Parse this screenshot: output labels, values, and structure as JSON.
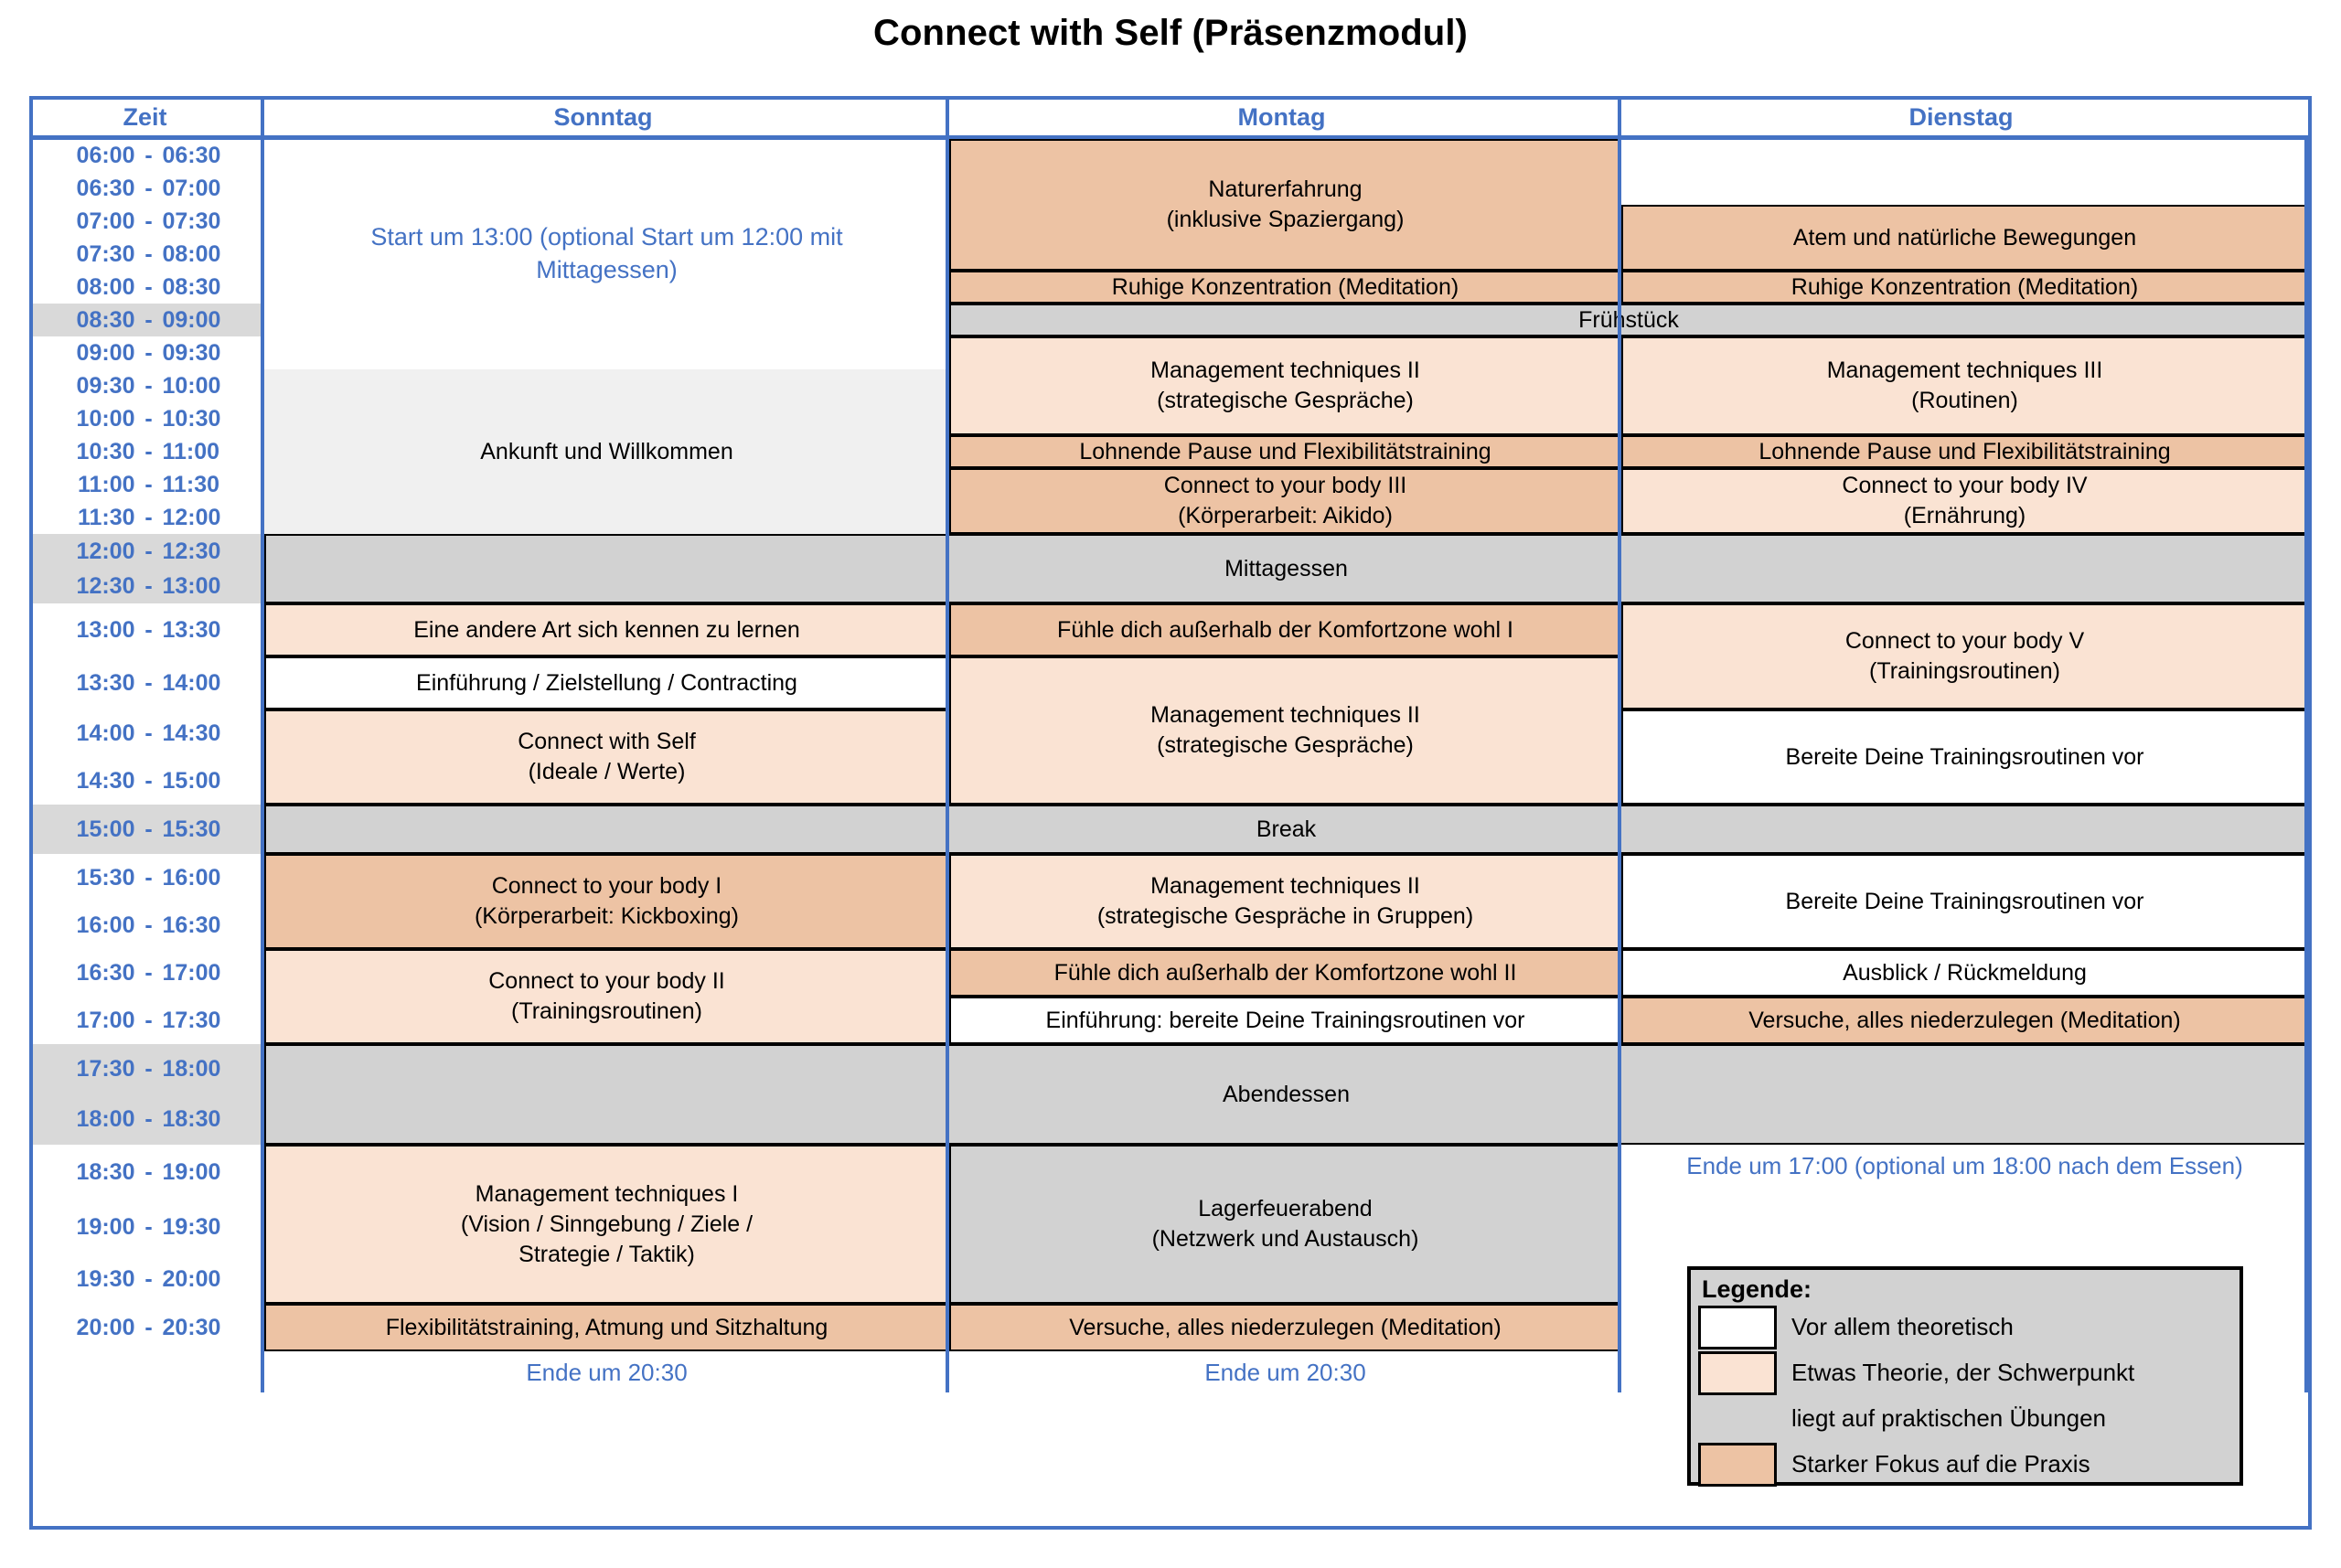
{
  "title": "Connect with Self (Präsenzmodul)",
  "colors": {
    "accent_blue": "#4472C4",
    "legend_theory": "#FFFFFF",
    "legend_some_theory": "#FAE3D3",
    "legend_practice": "#EDC3A4",
    "meal_gray": "#D2D2D2"
  },
  "header": {
    "time_label": "Zeit",
    "days": [
      "Sonntag",
      "Montag",
      "Dienstag"
    ]
  },
  "time_slots": [
    {
      "start": "06:00",
      "end": "06:30",
      "meal": false
    },
    {
      "start": "06:30",
      "end": "07:00",
      "meal": false
    },
    {
      "start": "07:00",
      "end": "07:30",
      "meal": false
    },
    {
      "start": "07:30",
      "end": "08:00",
      "meal": false
    },
    {
      "start": "08:00",
      "end": "08:30",
      "meal": false
    },
    {
      "start": "08:30",
      "end": "09:00",
      "meal": true
    },
    {
      "start": "09:00",
      "end": "09:30",
      "meal": false
    },
    {
      "start": "09:30",
      "end": "10:00",
      "meal": false
    },
    {
      "start": "10:00",
      "end": "10:30",
      "meal": false
    },
    {
      "start": "10:30",
      "end": "11:00",
      "meal": false
    },
    {
      "start": "11:00",
      "end": "11:30",
      "meal": false
    },
    {
      "start": "11:30",
      "end": "12:00",
      "meal": false
    },
    {
      "start": "12:00",
      "end": "12:30",
      "meal": true
    },
    {
      "start": "12:30",
      "end": "13:00",
      "meal": true
    },
    {
      "start": "13:00",
      "end": "13:30",
      "meal": false
    },
    {
      "start": "13:30",
      "end": "14:00",
      "meal": false
    },
    {
      "start": "14:00",
      "end": "14:30",
      "meal": false
    },
    {
      "start": "14:30",
      "end": "15:00",
      "meal": false
    },
    {
      "start": "15:00",
      "end": "15:30",
      "meal": true
    },
    {
      "start": "15:30",
      "end": "16:00",
      "meal": false
    },
    {
      "start": "16:00",
      "end": "16:30",
      "meal": false
    },
    {
      "start": "16:30",
      "end": "17:00",
      "meal": false
    },
    {
      "start": "17:00",
      "end": "17:30",
      "meal": false
    },
    {
      "start": "17:30",
      "end": "18:00",
      "meal": true
    },
    {
      "start": "18:00",
      "end": "18:30",
      "meal": true
    },
    {
      "start": "18:30",
      "end": "19:00",
      "meal": false
    },
    {
      "start": "19:00",
      "end": "19:30",
      "meal": false
    },
    {
      "start": "19:30",
      "end": "20:00",
      "meal": false
    },
    {
      "start": "20:00",
      "end": "20:30",
      "meal": false
    }
  ],
  "sunday": {
    "start_note": "Start um 13:00 (optional Start um 12:00 mit Mittagessen)",
    "start_note_l1": "Start um 13:00 (optional Start um 12:00 mit",
    "start_note_l2": "Mittagessen)",
    "arrival": "Ankunft und Willkommen",
    "kennenlernen": "Eine andere Art sich kennen zu lernen",
    "einfuehrung": "Einführung / Zielstellung / Contracting",
    "connect_self_l1": "Connect with Self",
    "connect_self_l2": "(Ideale / Werte)",
    "body1_l1": "Connect to your body I",
    "body1_l2": "(Körperarbeit: Kickboxing)",
    "body2_l1": "Connect to your body II",
    "body2_l2": "(Trainingsroutinen)",
    "mgmt1_l1": "Management techniques I",
    "mgmt1_l2": "(Vision / Sinngebung / Ziele /",
    "mgmt1_l3": "Strategie / Taktik)",
    "flex": "Flexibilitätstraining, Atmung und Sitzhaltung",
    "end_note": "Ende um 20:30"
  },
  "monday": {
    "nature_l1": "Naturerfahrung",
    "nature_l2": "(inklusive Spaziergang)",
    "meditation_morning": "Ruhige Konzentration (Meditation)",
    "mgmt2_l1": "Management techniques II",
    "mgmt2_l2": "(strategische Gespräche)",
    "pause": "Lohnende Pause und Flexibilitätstraining",
    "body3_l1": "Connect to your body III",
    "body3_l2": "(Körperarbeit: Aikido)",
    "komfort1": "Fühle dich außerhalb der Komfortzone wohl I",
    "mgmt2b_l1": "Management techniques II",
    "mgmt2b_l2": "(strategische Gespräche)",
    "mgmt2c_l1": "Management techniques II",
    "mgmt2c_l2": "(strategische Gespräche in Gruppen)",
    "komfort2": "Fühle dich außerhalb der Komfortzone wohl II",
    "einfuehrung_routines": "Einführung: bereite Deine Trainingsroutinen vor",
    "lagerfeuer_l1": "Lagerfeuerabend",
    "lagerfeuer_l2": "(Netzwerk und Austausch)",
    "meditation_evening": "Versuche, alles niederzulegen (Meditation)",
    "end_note": "Ende um 20:30"
  },
  "tuesday": {
    "atem": "Atem und natürliche Bewegungen",
    "meditation_morning": "Ruhige Konzentration (Meditation)",
    "mgmt3_l1": "Management techniques III",
    "mgmt3_l2": "(Routinen)",
    "pause": "Lohnende Pause und Flexibilitätstraining",
    "body4_l1": "Connect to your body IV",
    "body4_l2": "(Ernährung)",
    "body5_l1": "Connect to your body V",
    "body5_l2": "(Trainingsroutinen)",
    "prepare1": "Bereite Deine Trainingsroutinen vor",
    "prepare2": "Bereite Deine Trainingsroutinen vor",
    "ausblick": "Ausblick / Rückmeldung",
    "meditation_evening": "Versuche, alles niederzulegen (Meditation)",
    "end_note": "Ende um 17:00 (optional um 18:00 nach dem Essen)"
  },
  "meals": {
    "breakfast": "Frühstück",
    "lunch": "Mittagessen",
    "break": "Break",
    "dinner": "Abendessen"
  },
  "legend": {
    "title": "Legende:",
    "items": [
      {
        "color": "#FFFFFF",
        "label": "Vor allem theoretisch"
      },
      {
        "color": "#FAE3D3",
        "label": "Etwas Theorie, der Schwerpunkt"
      },
      {
        "color": "",
        "label": "liegt auf praktischen Übungen"
      },
      {
        "color": "#EDC3A4",
        "label": "Starker Fokus auf die Praxis"
      }
    ]
  }
}
